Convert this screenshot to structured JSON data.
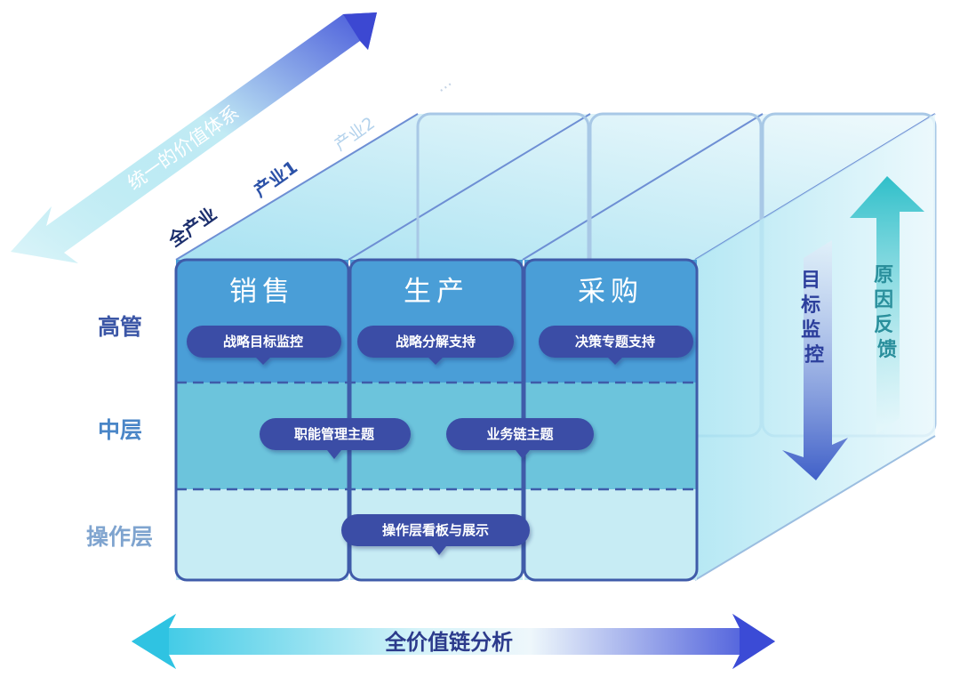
{
  "dimension_axis": {
    "label": "统一的价值体系",
    "items": [
      "全产业",
      "产业1",
      "产业2",
      "..."
    ]
  },
  "rows": [
    {
      "label": "高管",
      "color": "#3b56a6"
    },
    {
      "label": "中层",
      "color": "#4a86c7"
    },
    {
      "label": "操作层",
      "color": "#7fa4cf"
    }
  ],
  "columns": [
    "销售",
    "生产",
    "采购"
  ],
  "pills": {
    "exec": [
      "战略目标监控",
      "战略分解支持",
      "决策专题支持"
    ],
    "middle": [
      "职能管理主题",
      "业务链主题"
    ],
    "operation": "操作层看板与展示"
  },
  "side_arrows": {
    "down": "目标监控",
    "up": "原因反馈"
  },
  "bottom_axis": {
    "label": "全价值链分析"
  },
  "colors": {
    "cell_top": "#4a9ed7",
    "cell_mid": "#6cc4dc",
    "cell_bottom": "#c7ecf4",
    "border": "#3f5ba9",
    "pill": "#3a4ea6",
    "accent_blue": "#4057d4",
    "accent_cyan": "#3fd0e6"
  }
}
